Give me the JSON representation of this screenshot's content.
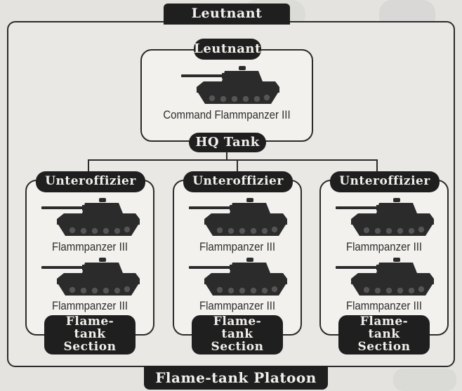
{
  "title": "Leutnant",
  "hq": {
    "role": "Leutnant",
    "vehicle": "Command Flammpanzer III",
    "label": "HQ Tank"
  },
  "sections": [
    {
      "role": "Unteroffizier",
      "vehicles": [
        "Flammpanzer III",
        "Flammpanzer III"
      ],
      "label": "Flame-tank Section"
    },
    {
      "role": "Unteroffizier",
      "vehicles": [
        "Flammpanzer III",
        "Flammpanzer III"
      ],
      "label": "Flame-tank Section"
    },
    {
      "role": "Unteroffizier",
      "vehicles": [
        "Flammpanzer III",
        "Flammpanzer III"
      ],
      "label": "Flame-tank Section"
    }
  ],
  "footer": "Flame-tank Platoon",
  "colors": {
    "ink": "#1f1f1f",
    "paper": "#f2f1ee",
    "background": "#e4e3e0"
  }
}
